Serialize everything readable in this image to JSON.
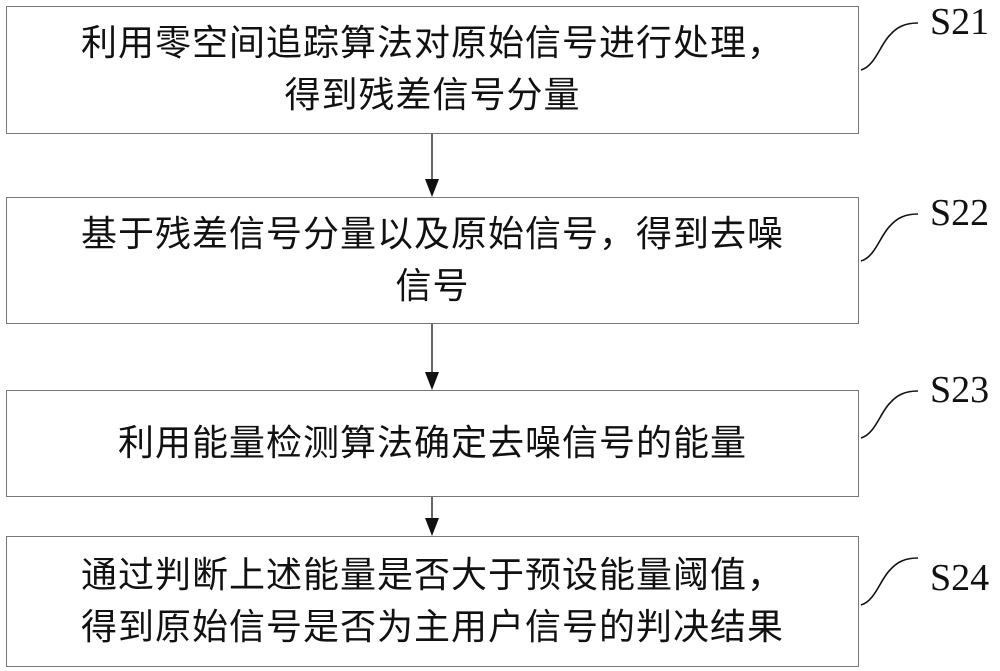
{
  "diagram": {
    "type": "flowchart",
    "steps": [
      {
        "id": "S21",
        "label": "S21",
        "lines": [
          "利用零空间追踪算法对原始信号进行处理，",
          "得到残差信号分量"
        ]
      },
      {
        "id": "S22",
        "label": "S22",
        "lines": [
          "基于残差信号分量以及原始信号，得到去噪",
          "信号"
        ]
      },
      {
        "id": "S23",
        "label": "S23",
        "lines": [
          "利用能量检测算法确定去噪信号的能量"
        ]
      },
      {
        "id": "S24",
        "label": "S24",
        "lines": [
          "通过判断上述能量是否大于预设能量阈值，",
          "得到原始信号是否为主用户信号的判决结果"
        ]
      }
    ],
    "edges": [
      {
        "from": "S21",
        "to": "S22"
      },
      {
        "from": "S22",
        "to": "S23"
      },
      {
        "from": "S23",
        "to": "S24"
      }
    ],
    "colors": {
      "line": "#333333",
      "border": "#777777",
      "text": "#111111"
    }
  }
}
